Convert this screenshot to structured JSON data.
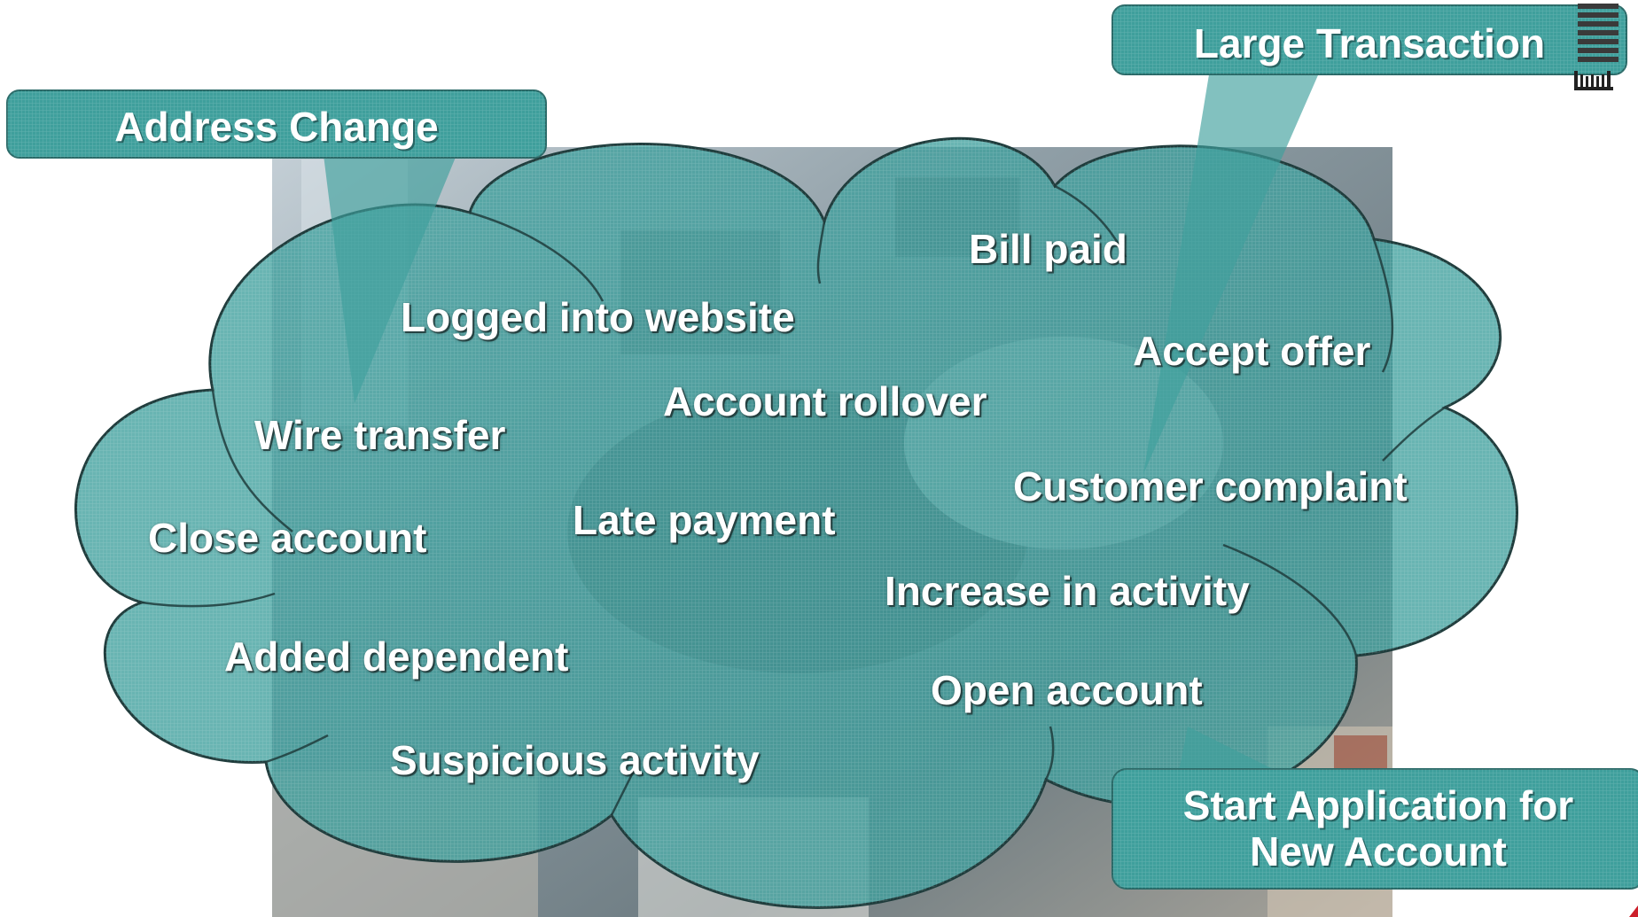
{
  "cloud_events": [
    "Bill paid",
    "Logged into website",
    "Accept offer",
    "Account rollover",
    "Wire transfer",
    "Customer complaint",
    "Late payment",
    "Close account",
    "Increase in activity",
    "Added dependent",
    "Open account",
    "Suspicious activity"
  ],
  "callouts": {
    "address_change": "Address Change",
    "large_transaction": "Large Transaction",
    "new_account": "Start Application for New Account"
  },
  "colors": {
    "teal": "#3f9f9c",
    "teal_light": "#5cb9b5",
    "outline": "#1f3c3c"
  },
  "icons": [
    "ibm-logo-icon"
  ]
}
